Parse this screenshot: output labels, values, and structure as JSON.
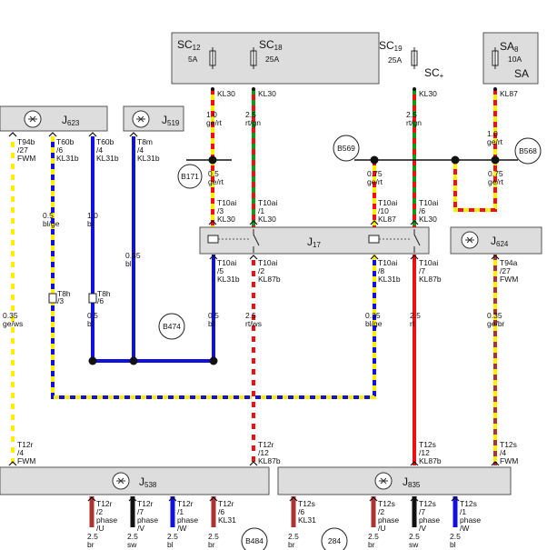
{
  "fuses": {
    "sc12": {
      "name": "SC",
      "sub": "12",
      "amp": "5A"
    },
    "sc18": {
      "name": "SC",
      "sub": "18",
      "amp": "25A"
    },
    "sc19": {
      "name": "SC",
      "sub": "19",
      "amp": "25A"
    },
    "sc_box": {
      "name": "SC",
      "sub": "+"
    },
    "sa8": {
      "name": "SA",
      "sub": "8",
      "amp": "10A"
    },
    "sa_box": {
      "name": "SA"
    }
  },
  "components": {
    "j623": {
      "name": "J",
      "sub": "623"
    },
    "j519": {
      "name": "J",
      "sub": "519"
    },
    "j17": {
      "name": "J",
      "sub": "17"
    },
    "j624": {
      "name": "J",
      "sub": "624"
    },
    "j538": {
      "name": "J",
      "sub": "538"
    },
    "j835": {
      "name": "J",
      "sub": "835"
    }
  },
  "bubbles": {
    "b171": "B171",
    "b569": "B569",
    "b568": "B568",
    "b474": "B474",
    "b484": "B484",
    "n284": "284"
  },
  "top_labels": {
    "kl30_a": "KL30",
    "kl30_b": "KL30",
    "kl30_c": "KL30",
    "kl87": "KL87"
  },
  "wires": {
    "w1": [
      "1.0",
      "ge/rt"
    ],
    "w2": [
      "2.5",
      "rt/gn"
    ],
    "w3": [
      "2.5",
      "rt/gn"
    ],
    "w4": [
      "1.0",
      "ge/rt"
    ],
    "w5": [
      "0.5",
      "ge/rt"
    ],
    "w6": [
      "0.75",
      "ge/rt"
    ],
    "w7": [
      "0.75",
      "ge/rt"
    ],
    "w8": [
      "0.5",
      "bl/ge"
    ],
    "w9": [
      "1.0",
      "bl"
    ],
    "w10": [
      "0.35",
      "bl"
    ],
    "w11": [
      "0.35",
      "ge/ws"
    ],
    "w12": [
      "0.5",
      "bl"
    ],
    "w13": [
      "0.5",
      "bl"
    ],
    "w14": [
      "2.5",
      "rt/ws"
    ],
    "w15": [
      "0.35",
      "bl/ge"
    ],
    "w16": [
      "2.5",
      "rt"
    ],
    "w17": [
      "0.35",
      "ge/br"
    ]
  },
  "pins": {
    "t94b": [
      "T94b",
      "/27",
      "FWM"
    ],
    "t60b6": [
      "T60b",
      "/6",
      "KL31b"
    ],
    "t60b4": [
      "T60b",
      "/4",
      "KL31b"
    ],
    "t8m": [
      "T8m",
      "/4",
      "KL31b"
    ],
    "j17_t3": [
      "T10ai",
      "/3",
      "KL30"
    ],
    "j17_t1": [
      "T10ai",
      "/1",
      "KL30"
    ],
    "j17_t10": [
      "T10ai",
      "/10",
      "KL87"
    ],
    "j17_t6": [
      "T10ai",
      "/6",
      "KL30"
    ],
    "j17_b5": [
      "T10ai",
      "/5",
      "KL31b"
    ],
    "j17_b2": [
      "T10ai",
      "/2",
      "KL87b"
    ],
    "j17_b8": [
      "T10ai",
      "/8",
      "KL31b"
    ],
    "j17_b7": [
      "T10ai",
      "/7",
      "KL87b"
    ],
    "t94a": [
      "T94a",
      "/27",
      "FWM"
    ],
    "t8h3": [
      "T8h",
      "/3"
    ],
    "t8h6": [
      "T8h",
      "/6"
    ],
    "t12r4": [
      "T12r",
      "/4",
      "FWM"
    ],
    "t12r12": [
      "T12r",
      "/12",
      "KL87b"
    ],
    "t12s12": [
      "T12s",
      "/12",
      "KL87b"
    ],
    "t12s4": [
      "T12s",
      "/4",
      "FWM"
    ],
    "j538_p2": [
      "T12r",
      "/2",
      "phase",
      "/U"
    ],
    "j538_p7": [
      "T12r",
      "/7",
      "phase",
      "/V"
    ],
    "j538_p1": [
      "T12r",
      "/1",
      "phase",
      "/W"
    ],
    "j538_p6": [
      "T12r",
      "/6",
      "KL31"
    ],
    "j835_p6": [
      "T12s",
      "/6",
      "KL31"
    ],
    "j835_p2": [
      "T12s",
      "/2",
      "phase",
      "/U"
    ],
    "j835_p7": [
      "T12s",
      "/7",
      "phase",
      "/V"
    ],
    "j835_p1": [
      "T12s",
      "/1",
      "phase",
      "/W"
    ]
  },
  "bottom": {
    "bb1": [
      "2.5",
      "br"
    ],
    "bb2": [
      "2.5",
      "sw"
    ],
    "bb3": [
      "2.5",
      "bl"
    ],
    "bb4": [
      "2.5",
      "br"
    ],
    "bb5": [
      "2.5",
      "br"
    ],
    "bb6": [
      "2.5",
      "br"
    ],
    "bb7": [
      "2.5",
      "sw"
    ],
    "bb8": [
      "2.5",
      "bl"
    ]
  },
  "colors": {
    "yellow": "#ffee00",
    "red": "#ee1111",
    "green": "#119911",
    "blue": "#1111dd",
    "brown": "#aa3333",
    "black": "#111111",
    "white": "#ffffff",
    "box_fill": "#dddddd",
    "box_stroke": "#555555"
  }
}
